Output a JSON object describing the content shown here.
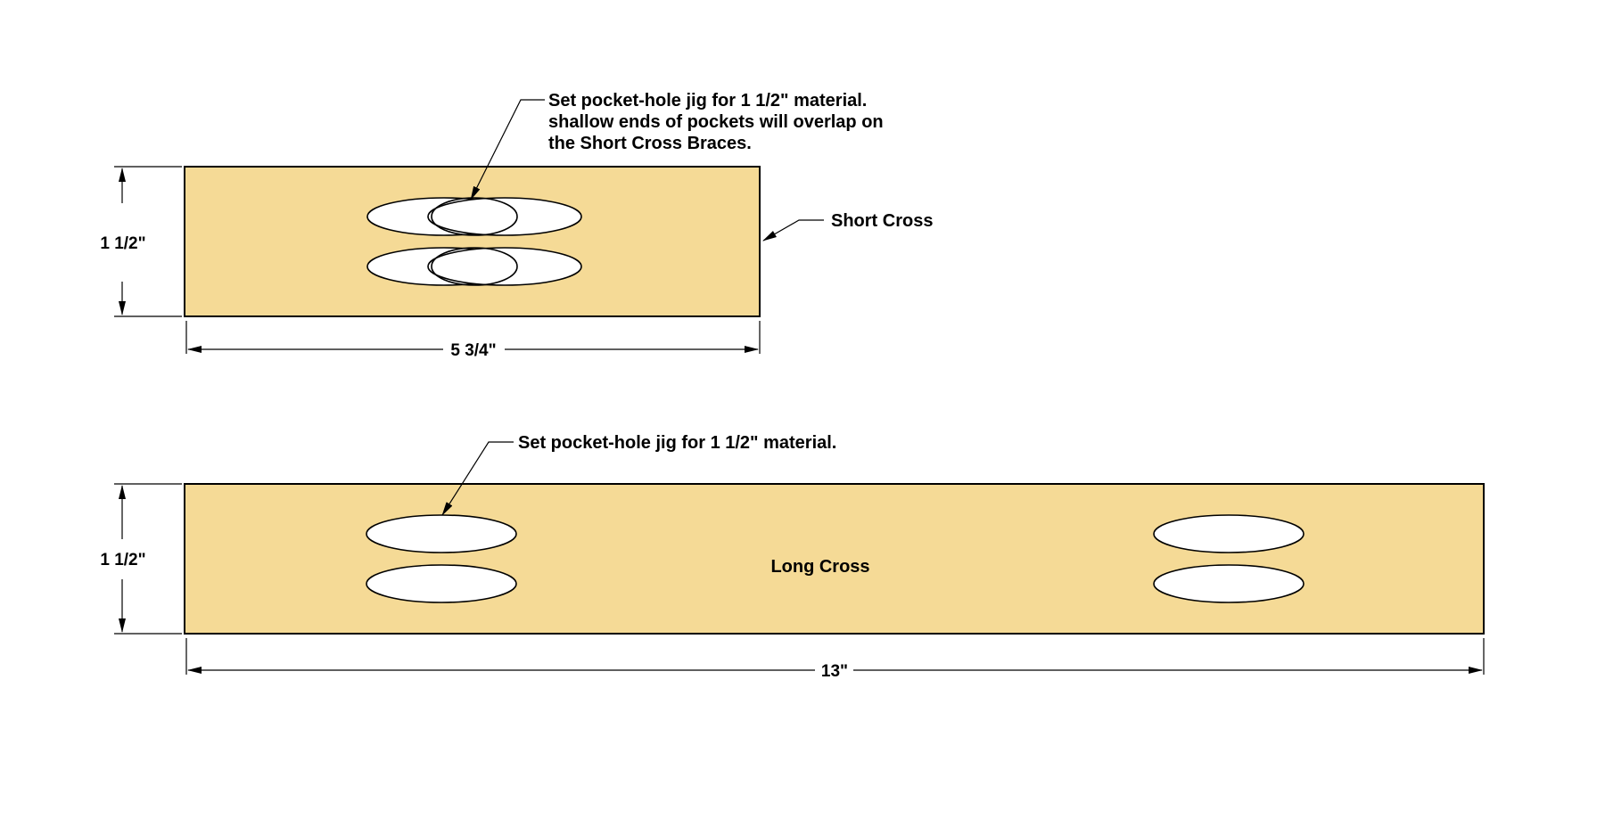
{
  "colors": {
    "wood": "#F5DA96",
    "outline": "#000000",
    "pocket": "#FFFFFF",
    "background": "#FFFFFF"
  },
  "short_cross": {
    "label": "Short Cross",
    "height_dim": "1 1/2\"",
    "width_dim": "5 3/4\"",
    "note_lines": [
      "Set pocket-hole jig for 1 1/2\" material.",
      "shallow ends of pockets will overlap on",
      "the Short Cross Braces."
    ]
  },
  "long_cross": {
    "label": "Long Cross",
    "height_dim": "1 1/2\"",
    "width_dim": "13\"",
    "note_lines": [
      "Set pocket-hole jig for 1 1/2\" material."
    ]
  }
}
